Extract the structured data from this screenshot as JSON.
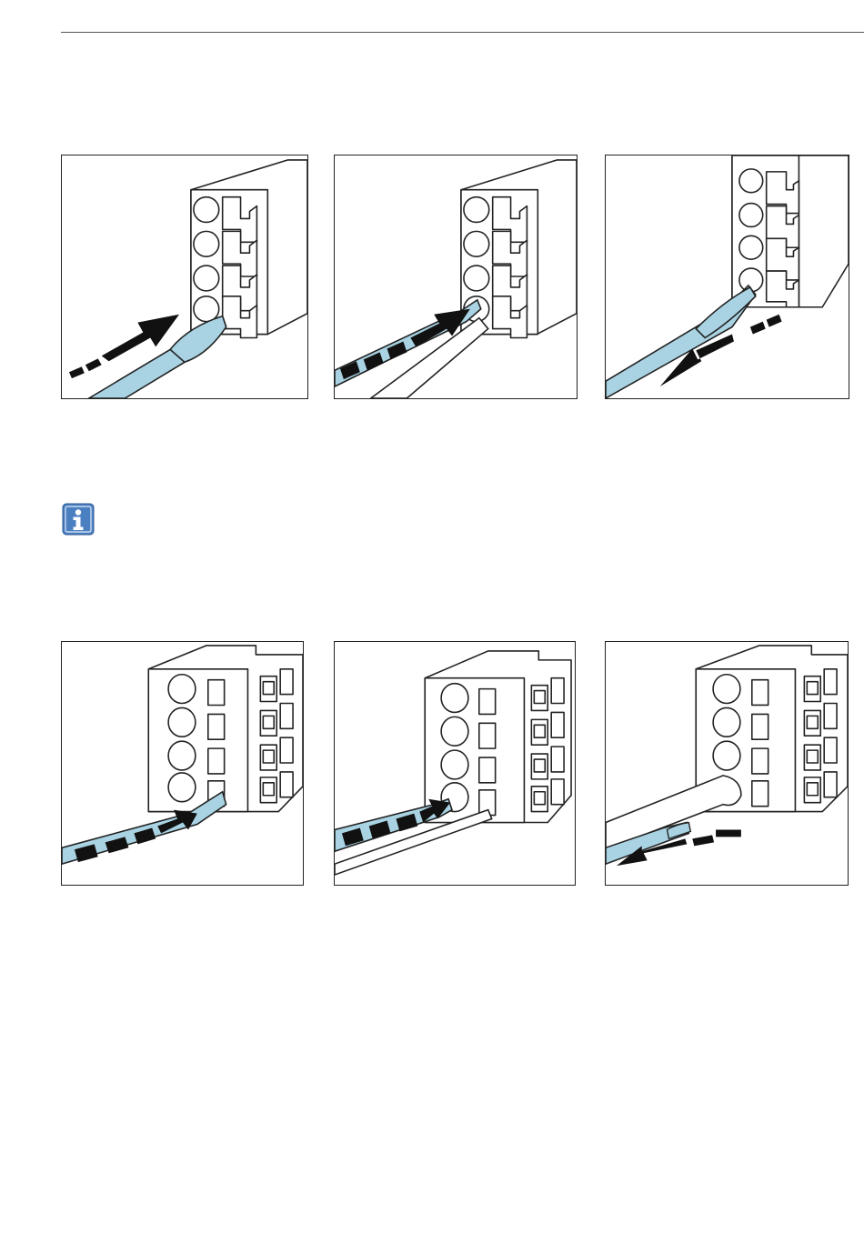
{
  "document": {
    "text_content": ""
  },
  "figures": {
    "top_row": [
      "panel-top-insert",
      "panel-top-hold",
      "panel-top-remove"
    ],
    "bottom_row": [
      "panel-bottom-insert",
      "panel-bottom-hold",
      "panel-bottom-remove"
    ]
  },
  "icons": {
    "note": "info-icon"
  },
  "colors": {
    "tool_fill": "#a9d3e3",
    "note_icon": "#4a7fc1",
    "line": "#222222"
  }
}
